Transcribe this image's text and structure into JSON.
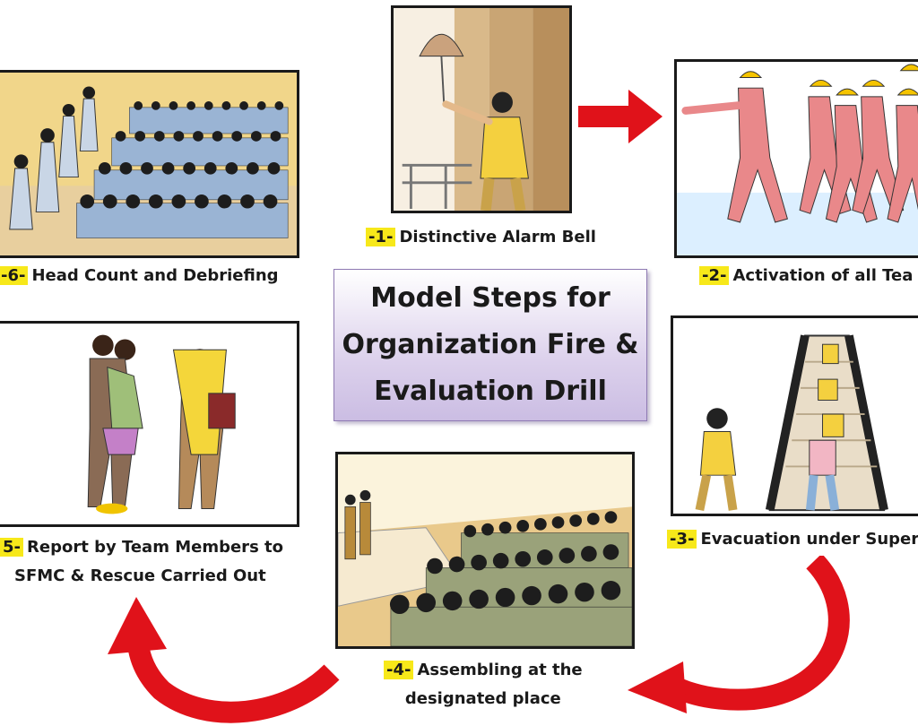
{
  "title": "Model Steps for\nOrganization Fire &\nEvaluation Drill",
  "steps": [
    {
      "num": "-1-",
      "label": "Distinctive Alarm Bell"
    },
    {
      "num": "-2-",
      "label": "Activation of all Tea"
    },
    {
      "num": "-3-",
      "label": "Evacuation under Super"
    },
    {
      "num": "-4-",
      "label": "Assembling at the",
      "label2": "designated place"
    },
    {
      "num": "5-",
      "label": "Report by Team Members to",
      "label2": "SFMC & Rescue Carried Out"
    },
    {
      "num": "-6-",
      "label": "Head Count and Debriefing"
    }
  ],
  "colors": {
    "arrow": "#e0121a",
    "highlight": "#f7e81a",
    "box_bg": "#dcd1ec"
  }
}
